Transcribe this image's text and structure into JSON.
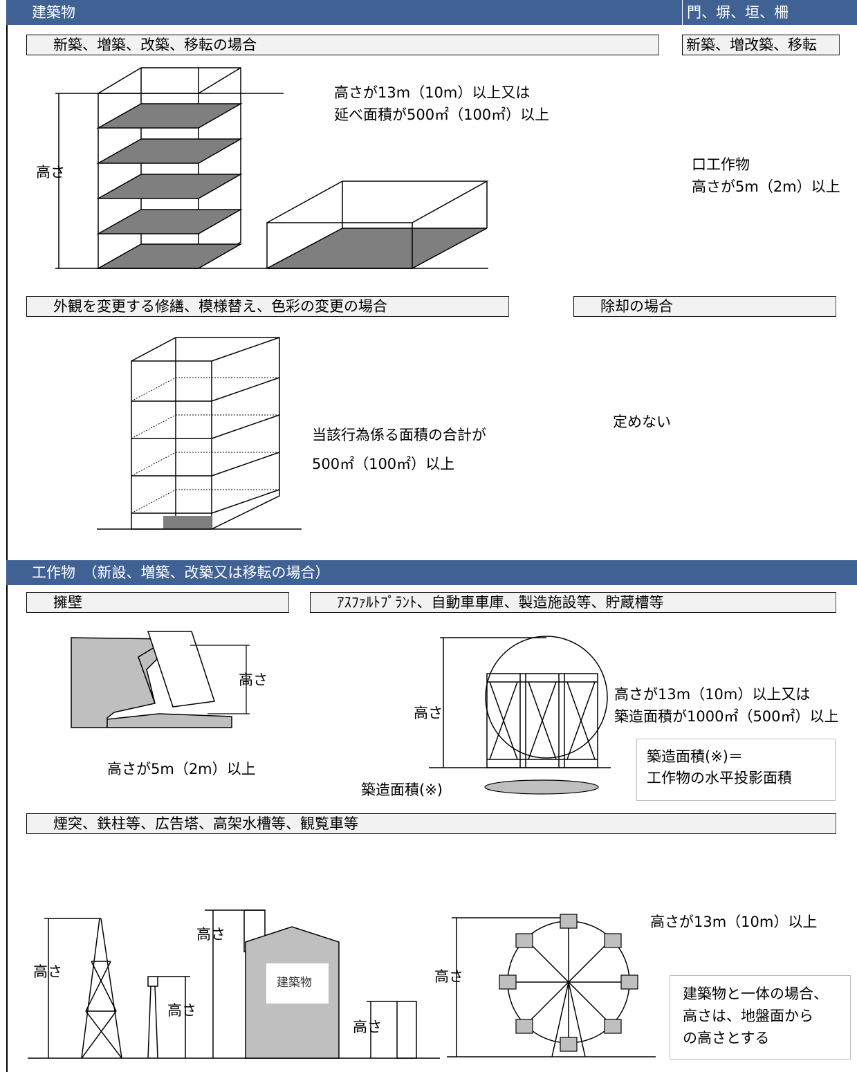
{
  "sections": {
    "building": {
      "band_title": "建築物",
      "new_construction": {
        "header": "新築、増築、改築、移転の場合",
        "height_label": "高さ",
        "criteria": [
          "高さが13m（10m）以上又は",
          "延べ面積が500㎡（100㎡）以上"
        ]
      },
      "facade_change": {
        "header": "外観を変更する修繕、模様替え、色彩の変更の場合",
        "criteria": [
          "当該行為係る面積の合計が",
          "500㎡（100㎡）以上"
        ]
      },
      "demolition": {
        "header": "除却の場合",
        "criteria": "定めない"
      }
    },
    "gate": {
      "band_title": "門、塀、垣、柵",
      "header": "新築、増改築、移転",
      "criteria": [
        "口工作物",
        "高さが5m（2m）以上"
      ]
    },
    "structures": {
      "band_title": "工作物　（新設、増築、改築又は移転の場合）",
      "retaining_wall": {
        "header": "擁壁",
        "height_label": "高さ",
        "criteria": "高さが5m（2m）以上"
      },
      "plants": {
        "header": "ｱｽﾌｧﾙﾄﾌﾟﾗﾝﾄ、自動車車庫、製造施設等、貯蔵槽等",
        "height_label": "高さ",
        "criteria": [
          "高さが13m（10m）以上又は",
          "築造面積が1000㎡（500㎡）以上"
        ],
        "area_label": "築造面積(※)",
        "note": [
          "築造面積(※)＝",
          "工作物の水平投影面積"
        ]
      },
      "chimneys": {
        "header": "煙突、鉄柱等、広告塔、高架水槽等、観覧車等",
        "height_labels": [
          "高さ",
          "高さ",
          "高さ",
          "高さ",
          "高さ"
        ],
        "building_label": "建築物",
        "criteria": "高さが13m（10m）以上",
        "note": [
          "建築物と一体の場合、",
          "高さは、地盤面から",
          "の高さとする"
        ]
      }
    }
  },
  "colors": {
    "band": "#3f6194",
    "header_fill": "#f2f2f2",
    "floor_fill": "#7f7f7f",
    "solid_fill": "#bfbfbf"
  }
}
